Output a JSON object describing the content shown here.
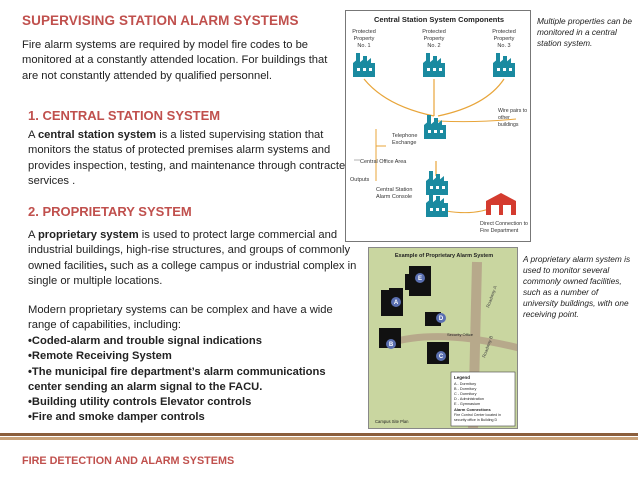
{
  "slide": {
    "title": "SUPERVISING STATION ALARM SYSTEMS",
    "intro": "Fire alarm systems are required by model fire codes to be monitored at a constantly attended location. For buildings that are not constantly attended by qualified personnel.",
    "footer": "FIRE DETECTION AND ALARM SYSTEMS"
  },
  "central": {
    "heading": "1. CENTRAL STATION SYSTEM",
    "lead": "A ",
    "term": "central station system",
    "body": " is a listed supervising station that monitors the status of protected premises alarm systems and provides inspection, testing, and maintenance through contracted services ."
  },
  "proprietary": {
    "heading": "2. PROPRIETARY SYSTEM",
    "lead": "A ",
    "term": "proprietary system",
    "body1": " is used to protect large commercial and industrial buildings, high-rise structures, and groups of commonly owned facilities",
    "comma": ",",
    "body2": " such as a college campus or industrial complex in single or multiple locations.",
    "modern": "Modern proprietary systems can be complex and have a wide range of capabilities, including:",
    "bullets": [
      "•Coded-alarm and trouble signal indications",
      "•Remote Receiving System",
      "•The municipal fire department’s alarm communications center sending an alarm signal to the FACU.",
      "•Building utility controls Elevator controls",
      "•Fire and smoke damper controls"
    ]
  },
  "captions": {
    "central": [
      "Multiple properties can be",
      "monitored in a central",
      "station system."
    ],
    "proprietary": [
      "A proprietary alarm system is",
      "used to monitor several",
      "commonly owned facilities,",
      "such as a number of",
      "university buildings, with one",
      "receiving point."
    ]
  },
  "figure_central": {
    "title": "Central Station System Components",
    "prop1": [
      "Protected",
      "Property",
      "No. 1"
    ],
    "prop2": [
      "Protected",
      "Property",
      "No. 2"
    ],
    "prop3": [
      "Protected",
      "Property",
      "No. 3"
    ],
    "wire": [
      "Wire pairs to",
      "other",
      "buildings"
    ],
    "phone": [
      "Telephone",
      "Exchange"
    ],
    "office": "Central Office Area",
    "outputs": "Outputs",
    "console": [
      "Central Station",
      "Alarm Console"
    ],
    "fd": [
      "Direct Connection to",
      "Fire Department"
    ],
    "colors": {
      "factory": "#1a8aa0",
      "accent": "#e8a53a",
      "fire": "#d43b2f"
    }
  },
  "figure_proprietary": {
    "title": "Example of Proprietary Alarm System",
    "buildings": [
      "A",
      "B",
      "C",
      "D",
      "E"
    ],
    "security": "Security Office",
    "road1": "Roadway A",
    "road2": "Roadway B",
    "site": "Campus Site Plan",
    "legend_title": "Legend",
    "legend": [
      "A - Dormitory",
      "B - Dormitory",
      "C - Dormitory",
      "D - Administration",
      "E - Gymnasium"
    ],
    "alarm_title": "Alarm Connections",
    "alarm": [
      "Fire Control Center located in",
      "security office in Building D"
    ]
  }
}
